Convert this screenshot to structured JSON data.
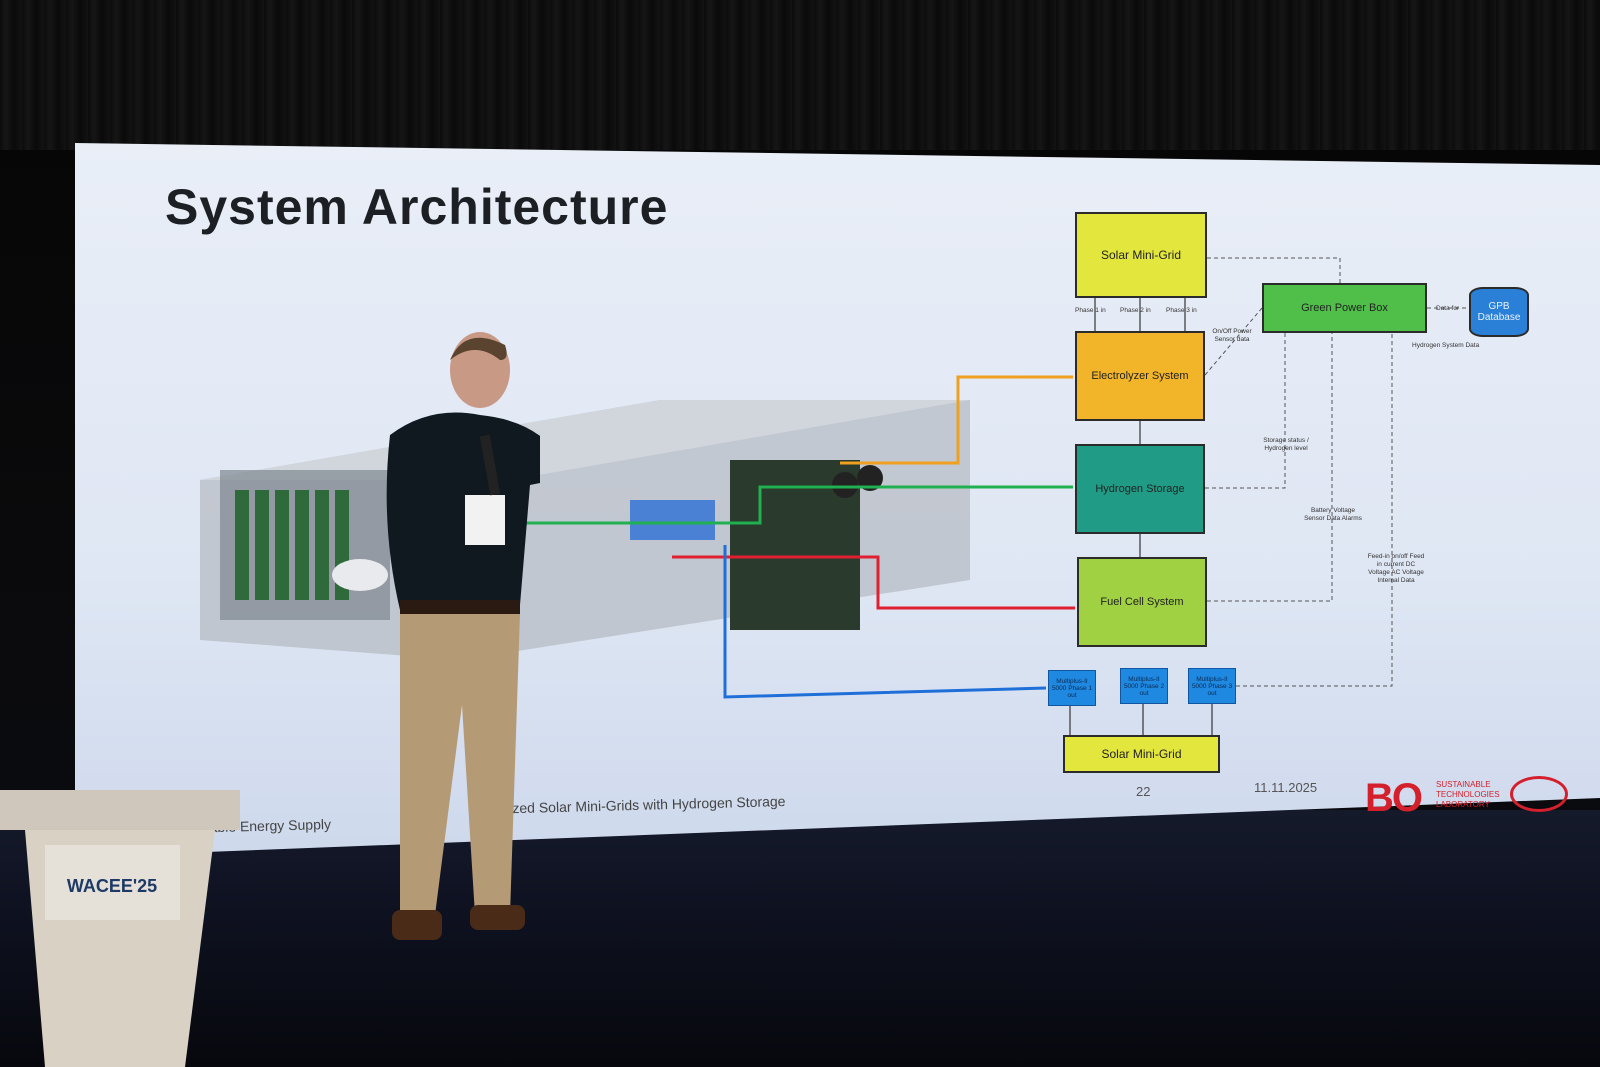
{
  "slide": {
    "title": "System Architecture",
    "footer_left": "stainable Energy Supply",
    "footer_mid": "ntralized Solar Mini-Grids with Hydrogen Storage",
    "page_number": "22",
    "date": "11.11.2025",
    "logo_mark": "BO",
    "logo_text": "SUSTAINABLE TECHNOLOGIES LABORATORY"
  },
  "diagram": {
    "solar_top": "Solar Mini-Grid",
    "electrolyzer": "Electrolyzer System",
    "hydrogen_storage": "Hydrogen Storage",
    "fuel_cell": "Fuel Cell System",
    "solar_bottom": "Solar Mini-Grid",
    "green_power_box": "Green Power Box",
    "database": "GPB Database",
    "multiplus": [
      "Multiplus-II 5000 Phase 1 out",
      "Multiplus-II 5000 Phase 2 out",
      "Multiplus-II 5000 Phase 3 out"
    ],
    "phase_labels": [
      "Phase 1 in",
      "Phase 2 in",
      "Phase 3 in"
    ],
    "label_onoff": "On/Off Power Sensor data",
    "label_data_for": "Data for",
    "label_hydrogen_system_data": "Hydrogen System Data",
    "label_storage_status": "Storage status / Hydrogen level",
    "label_battery": "Battery Voltage Sensor Data Alarms",
    "label_feedin": "Feed-in on/off Feed in current DC Voltage AC Voltage Internal Data"
  },
  "podium": {
    "event_logo": "WACEE'25"
  },
  "colors": {
    "solar": "#e3e63d",
    "electrolyzer": "#f2b52a",
    "hydrogen": "#1f9b86",
    "fuel_cell": "#9fd143",
    "green_power_box": "#4fbf4a",
    "multiplus": "#1f88e0",
    "arrow_orange": "#f0a020",
    "arrow_green": "#20b050",
    "arrow_red": "#e02030",
    "arrow_blue": "#1e6fd8",
    "logo_red": "#d4202c"
  }
}
